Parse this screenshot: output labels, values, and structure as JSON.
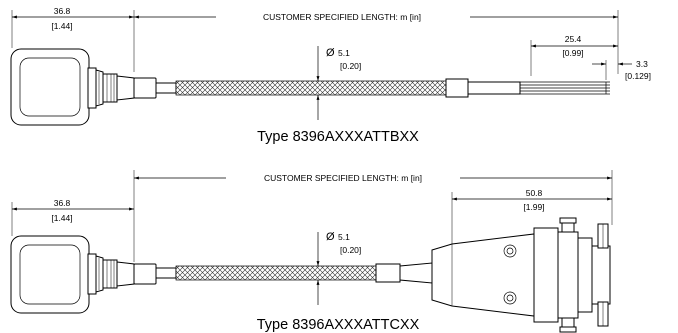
{
  "top_assembly": {
    "caption": "Type 8396AXXXATTBXX",
    "housing_width_mm": "36.8",
    "housing_width_in": "[1.44]",
    "length_label": "CUSTOMER SPECIFIED LENGTH: m [in]",
    "diameter_symbol": "Ø",
    "diameter_mm": "5.1",
    "diameter_in": "[0.20]",
    "lead_length_mm": "25.4",
    "lead_length_in": "[0.99]",
    "strip_length_mm": "3.3",
    "strip_length_in": "[0.129]"
  },
  "bottom_assembly": {
    "caption": "Type 8396AXXXATTCXX",
    "housing_width_mm": "36.8",
    "housing_width_in": "[1.44]",
    "length_label": "CUSTOMER SPECIFIED LENGTH: m [in]",
    "diameter_symbol": "Ø",
    "diameter_mm": "5.1",
    "diameter_in": "[0.20]",
    "connector_length_mm": "50.8",
    "connector_length_in": "[1.99]"
  }
}
